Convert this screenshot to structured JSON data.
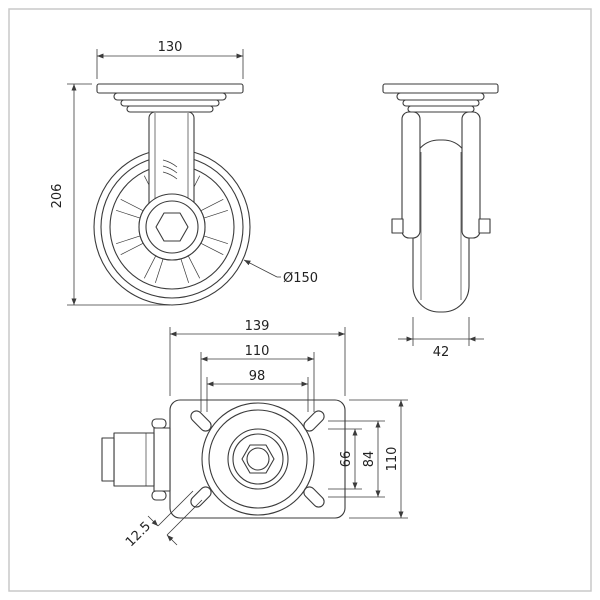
{
  "dims": {
    "top_plate_width": "130",
    "overall_height": "206",
    "wheel_diameter": "Ø150",
    "wheel_width": "42",
    "plate_length": "139",
    "bolt_spacing_length": "110",
    "inner_bolt_length": "98",
    "slot_span": "66",
    "bolt_spacing_width": "84",
    "plate_width": "110",
    "slot_width": "12.5"
  },
  "colors": {
    "line": "#3b3b3b",
    "frame": "#c9c9c9",
    "background": "#ffffff",
    "text": "#222222"
  }
}
